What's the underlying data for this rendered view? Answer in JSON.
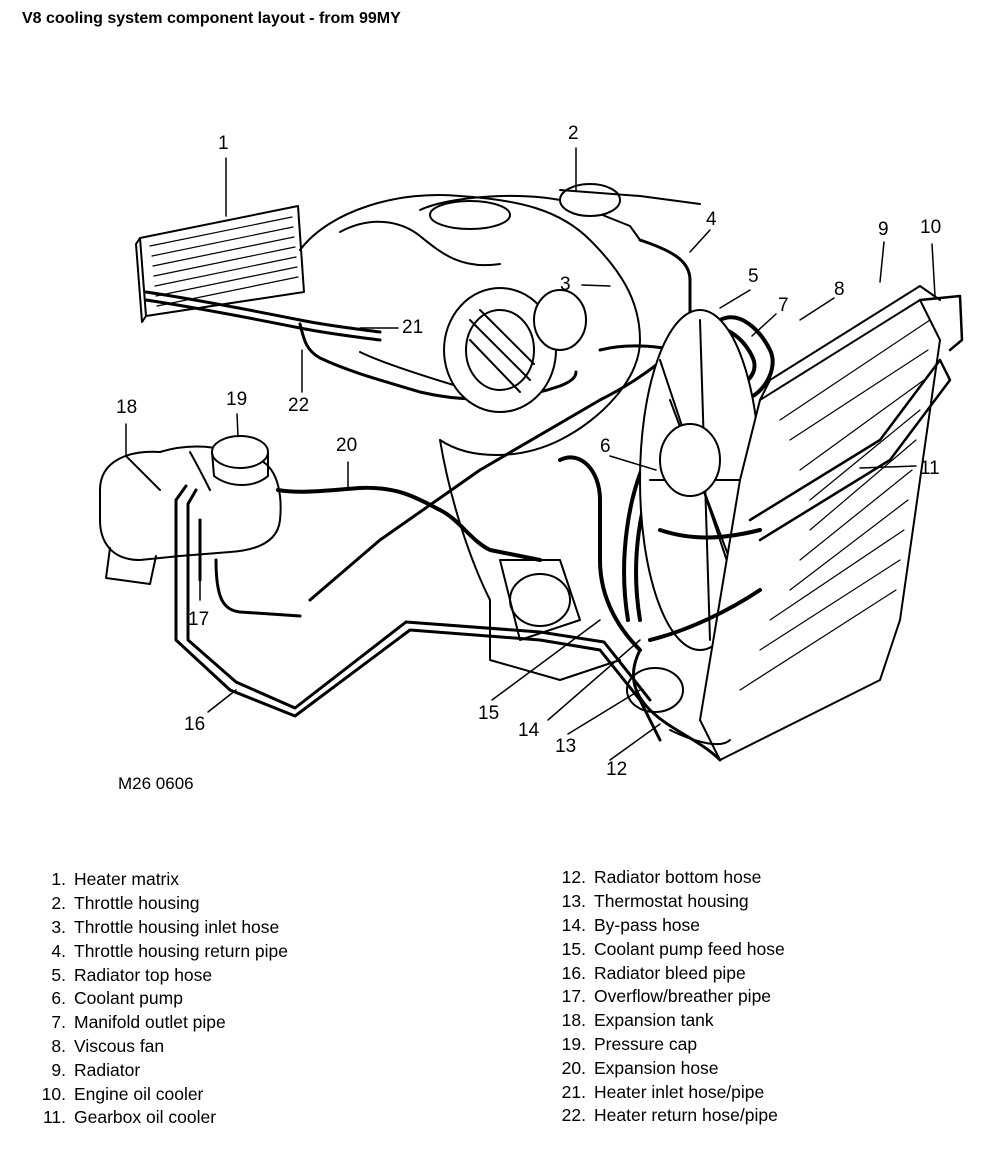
{
  "title": "V8 cooling system component layout - from 99MY",
  "reference": "M26 0606",
  "callouts": [
    "1",
    "2",
    "3",
    "4",
    "5",
    "6",
    "7",
    "8",
    "9",
    "10",
    "11",
    "12",
    "13",
    "14",
    "15",
    "16",
    "17",
    "18",
    "19",
    "20",
    "21",
    "22"
  ],
  "legend": [
    {
      "num": "1.",
      "label": "Heater matrix"
    },
    {
      "num": "2.",
      "label": "Throttle housing"
    },
    {
      "num": "3.",
      "label": "Throttle housing inlet hose"
    },
    {
      "num": "4.",
      "label": "Throttle housing return pipe"
    },
    {
      "num": "5.",
      "label": "Radiator top hose"
    },
    {
      "num": "6.",
      "label": "Coolant pump"
    },
    {
      "num": "7.",
      "label": "Manifold outlet pipe"
    },
    {
      "num": "8.",
      "label": "Viscous fan"
    },
    {
      "num": "9.",
      "label": "Radiator"
    },
    {
      "num": "10.",
      "label": "Engine oil cooler"
    },
    {
      "num": "11.",
      "label": "Gearbox oil cooler"
    },
    {
      "num": "12.",
      "label": "Radiator bottom hose"
    },
    {
      "num": "13.",
      "label": "Thermostat housing"
    },
    {
      "num": "14.",
      "label": "By-pass hose"
    },
    {
      "num": "15.",
      "label": "Coolant pump feed hose"
    },
    {
      "num": "16.",
      "label": "Radiator bleed pipe"
    },
    {
      "num": "17.",
      "label": "Overflow/breather pipe"
    },
    {
      "num": "18.",
      "label": "Expansion tank"
    },
    {
      "num": "19.",
      "label": "Pressure cap"
    },
    {
      "num": "20.",
      "label": "Expansion hose"
    },
    {
      "num": "21.",
      "label": "Heater inlet hose/pipe"
    },
    {
      "num": "22.",
      "label": "Heater return hose/pipe"
    }
  ]
}
